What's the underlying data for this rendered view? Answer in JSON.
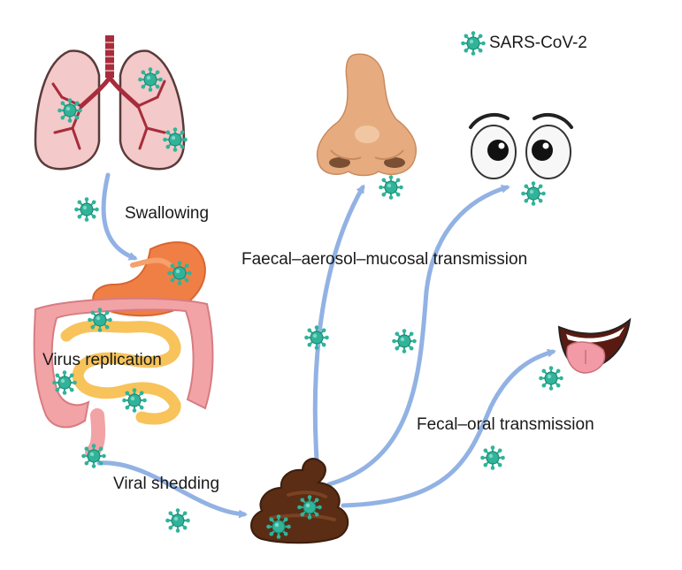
{
  "legend": {
    "label": "SARS-CoV-2",
    "icon": "virus-icon"
  },
  "labels": {
    "swallowing": "Swallowing",
    "virus_replication": "Virus replication",
    "viral_shedding": "Viral shedding",
    "faecal_aerosol_mucosal": "Faecal–aerosol–mucosal transmission",
    "fecal_oral": "Fecal–oral transmission"
  },
  "colors": {
    "virus": "#2fb49a",
    "virus_dark": "#1d7f6c",
    "arrow": "#92b2e4",
    "lung": "#f3c9c9",
    "lung_outline": "#5a3a3a",
    "airway": "#a82c3c",
    "stomach": "#f07f45",
    "small_intestine": "#f7c35a",
    "large_intestine": "#f2a3a6",
    "nose": "#e6ac7f",
    "feces": "#5a2d14",
    "tongue": "#f29aa6"
  }
}
